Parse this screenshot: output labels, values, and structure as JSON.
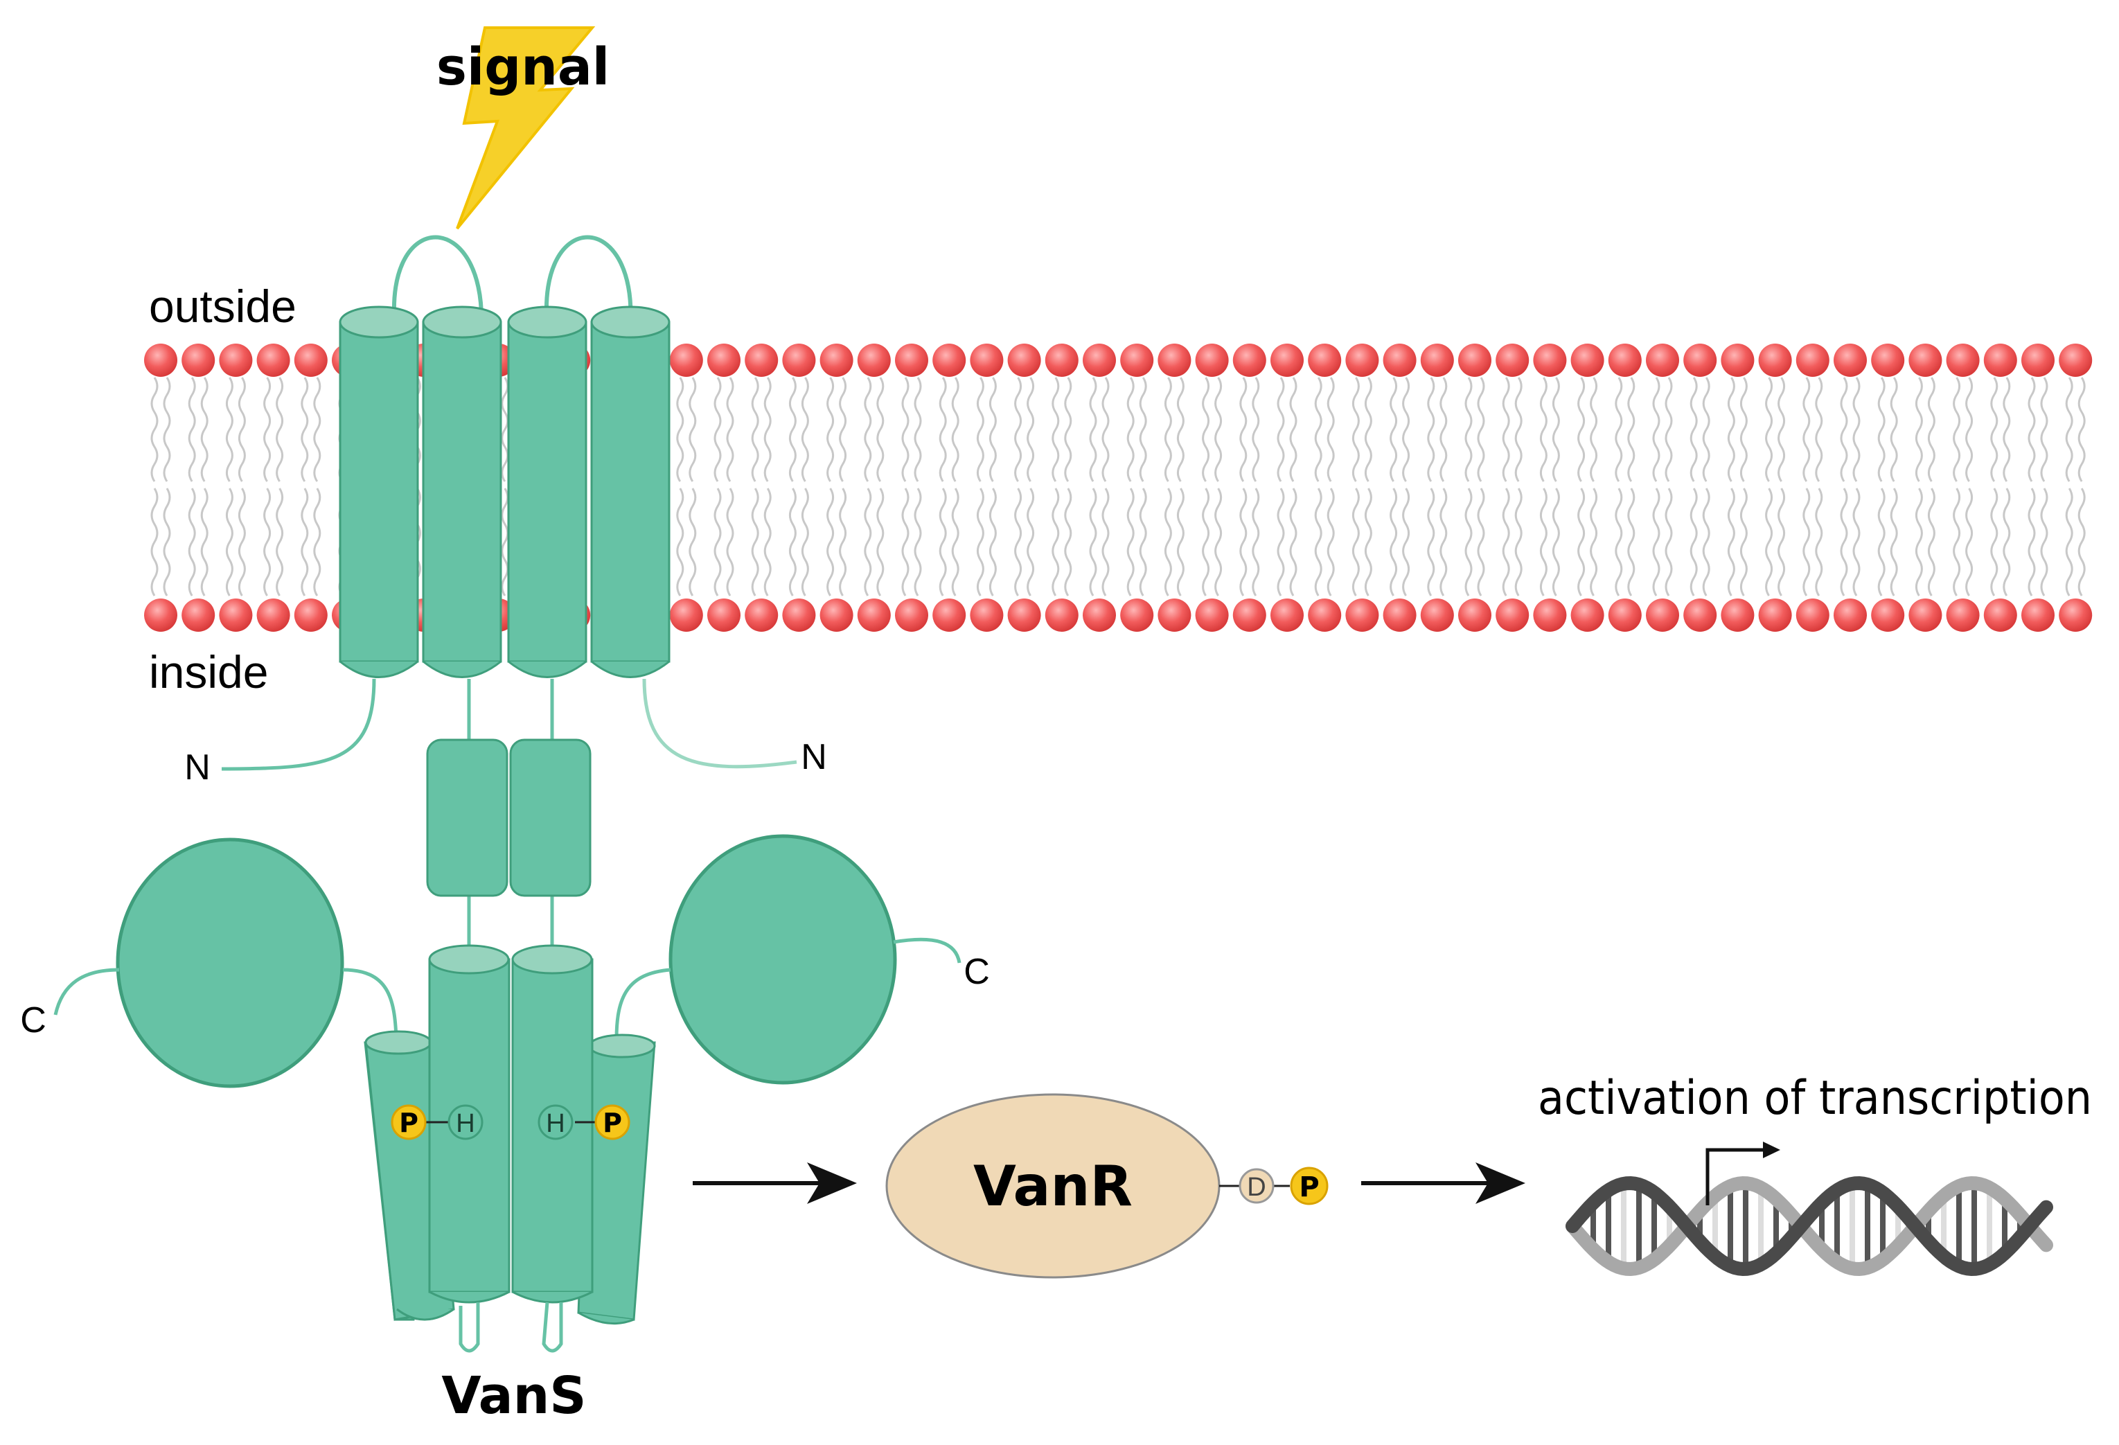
{
  "labels": {
    "signal": "signal",
    "outside": "outside",
    "inside": "inside",
    "n_left": "N",
    "n_right": "N",
    "c_left": "C",
    "c_right": "C",
    "vans": "VanS",
    "vanr": "VanR",
    "activation": "activation of transcription"
  },
  "residues": {
    "phospho": "P",
    "histidine": "H",
    "aspartate": "D"
  },
  "colors": {
    "protein_fill": "#66c2a5",
    "protein_stroke": "#3f9e7c",
    "protein_top": "#96d3bd",
    "lipid_head": "#f04e4e",
    "lipid_tail": "#c8c8c8",
    "signal_bolt": "#f6d029",
    "phosphate": "#f6c61a",
    "vanr_fill": "#f0d9b6",
    "dna_dark": "#4a4a4a",
    "dna_light": "#a8a8a8"
  }
}
